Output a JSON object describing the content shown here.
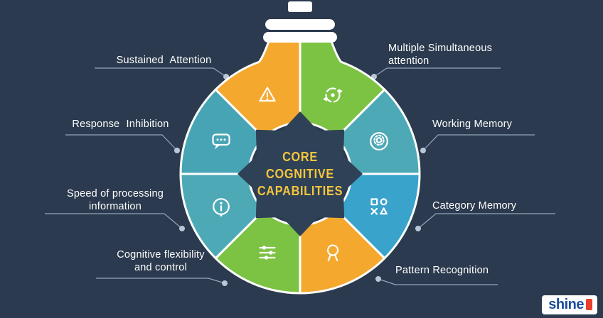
{
  "title": {
    "line1": "CORE",
    "line2": "COGNITIVE",
    "line3": "CAPABILITIES",
    "color": "#f7c53d"
  },
  "labels": {
    "sustained_attention": "Sustained Attention",
    "multiple_simultaneous_attention": "Multiple Simultaneous attention",
    "response_inhibition": "Response Inhibition",
    "working_memory": "Working Memory",
    "speed_of_processing": "Speed of processing information",
    "category_memory": "Category Memory",
    "cognitive_flexibility": "Cognitive flexibility and control",
    "pattern_recognition": "Pattern Recognition"
  },
  "segments": [
    {
      "label": "Sustained Attention",
      "icon": "warning-icon",
      "color": "#f4a82d"
    },
    {
      "label": "Multiple Simultaneous attention",
      "icon": "orbit-arrows-icon",
      "color": "#7cc243"
    },
    {
      "label": "Working Memory",
      "icon": "head-gear-icon",
      "color": "#4ea9b6"
    },
    {
      "label": "Category Memory",
      "icon": "game-shapes-icon",
      "color": "#39a3cb"
    },
    {
      "label": "Pattern Recognition",
      "icon": "award-ribbon-icon",
      "color": "#f4a82d"
    },
    {
      "label": "Cognitive flexibility and control",
      "icon": "sliders-icon",
      "color": "#7cc243"
    },
    {
      "label": "Speed of processing information",
      "icon": "info-icon",
      "color": "#4ea9b6"
    },
    {
      "label": "Response Inhibition",
      "icon": "chat-bubble-icon",
      "color": "#47a4b4"
    }
  ],
  "colors": {
    "background": "#2b3a4e",
    "connector_line": "#93a6bd",
    "connector_dot": "#b9c7d8",
    "bulb_cap": "#ffffff",
    "center_fill": "#2e4156",
    "segment_gap": "#ffffff"
  },
  "logo": {
    "text": "shine",
    "text_color": "#1c4e9b",
    "accent_color": "#e8402a"
  }
}
